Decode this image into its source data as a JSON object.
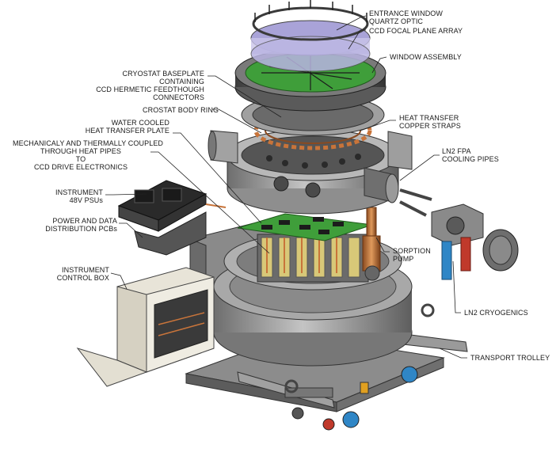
{
  "labels": {
    "entrance_window": [
      "ENTRANCE WINDOW",
      "QUARTZ OPTIC"
    ],
    "ccd_focal_plane": [
      "CCD FOCAL PLANE ARRAY"
    ],
    "window_assembly": [
      "WINDOW ASSEMBLY"
    ],
    "cryostat_baseplate": [
      "CRYOSTAT BASEPLATE",
      "CONTAINING",
      "CCD HERMETIC FEEDTHOUGH",
      "CONNECTORS"
    ],
    "crostat_body_ring": [
      "CROSTAT BODY RING"
    ],
    "water_cooled": [
      "WATER COOLED",
      "HEAT TRANSFER PLATE"
    ],
    "mechanically_coupled": [
      "MECHANICALY AND THERMALLY COUPLED",
      "THROUGH HEAT PIPES",
      "TO",
      "CCD DRIVE ELECTRONICS"
    ],
    "heat_transfer_straps": [
      "HEAT TRANSFER",
      "COPPER STRAPS"
    ],
    "ln2_fpa_pipes": [
      "LN2 FPA",
      "COOLING PIPES"
    ],
    "instrument_psus": [
      "INSTRUMENT",
      "48V PSUs"
    ],
    "power_data_pcbs": [
      "POWER AND DATA",
      "DISTRIBUTION PCBs"
    ],
    "sorption_pump": [
      "SORPTION",
      "PUMP"
    ],
    "instrument_control_box": [
      "INSTRUMENT",
      "CONTROL BOX"
    ],
    "ln2_cryogenics": [
      "LN2 CRYOGENICS"
    ],
    "transport_trolley": [
      "TRANSPORT TROLLEY"
    ]
  },
  "colors": {
    "body_gray": "#9a9a9a",
    "dark_gray": "#5a5a5a",
    "pcb_green": "#3f9e3a",
    "copper": "#c8743a",
    "pipe_red": "#c0392b",
    "pipe_blue": "#2f86c6",
    "window_violet": "#a9a3d8"
  }
}
